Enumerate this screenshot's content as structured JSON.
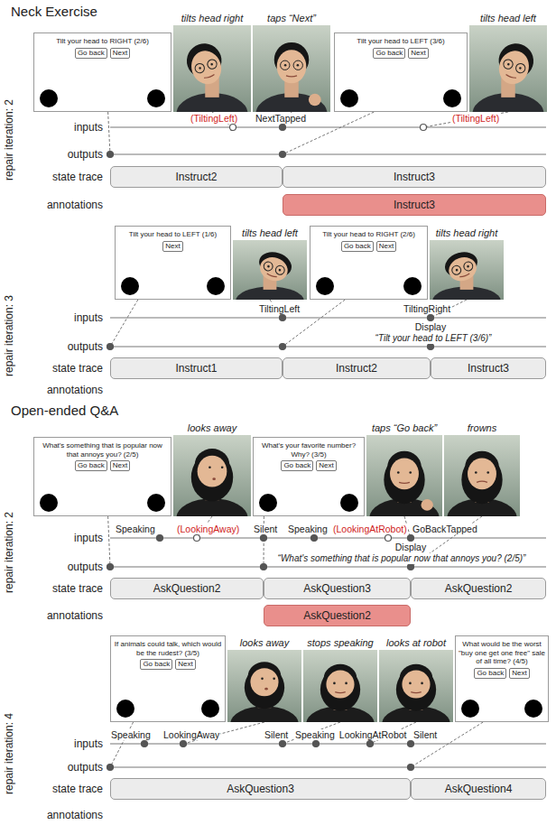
{
  "diagram": {
    "nodes": [
      {
        "text": [
          "Tilt your head to RIGHT (2/6)"
        ]
      },
      {
        "text": [
          "Go back"
        ],
        "in": 0
      },
      {
        "text": [
          "Next"
        ],
        "in": 0
      },
      {
        "text": [
          "tilts head right"
        ]
      },
      {
        "text": [
          "taps “Next”"
        ]
      },
      {
        "text": [
          "Tilt your head to LEFT (3/6)"
        ]
      },
      {
        "text": [
          "Go back"
        ],
        "in": 5
      },
      {
        "text": [
          "Next"
        ],
        "in": 5
      },
      {
        "text": [
          "tilts head left"
        ]
      },
      {
        "text": [
          "Instruct2"
        ]
      },
      {
        "text": [
          "Instruct3"
        ]
      },
      {
        "text": [
          "Instruct3"
        ]
      },
      {
        "text": [
          "Tilt your head to LEFT (1/6)"
        ]
      },
      {
        "text": [
          "Next"
        ],
        "in": 12
      },
      {
        "text": [
          "tilts head left"
        ]
      },
      {
        "text": [
          "Tilt your head to RIGHT (2/6)"
        ]
      },
      {
        "text": [
          "Go back"
        ],
        "in": 15
      },
      {
        "text": [
          "Next"
        ],
        "in": 15
      },
      {
        "text": [
          "tilts head right"
        ]
      },
      {
        "text": [
          "Instruct1"
        ]
      },
      {
        "text": [
          "Instruct2"
        ]
      },
      {
        "text": [
          "Instruct3"
        ]
      },
      {
        "text": [
          "What's something that is popular now that annoys you? (2/5)"
        ]
      },
      {
        "text": [
          "Go back"
        ],
        "in": 22
      },
      {
        "text": [
          "Next"
        ],
        "in": 22
      },
      {
        "text": [
          "looks away"
        ]
      },
      {
        "text": [
          "What's your favorite number? Why? (3/5)"
        ]
      },
      {
        "text": [
          "Go back"
        ],
        "in": 26
      },
      {
        "text": [
          "Next"
        ],
        "in": 26
      },
      {
        "text": [
          "taps “Go back”"
        ]
      },
      {
        "text": [
          "frowns"
        ]
      },
      {
        "text": [
          "AskQuestion2"
        ]
      },
      {
        "text": [
          "AskQuestion3"
        ]
      },
      {
        "text": [
          "AskQuestion2"
        ]
      },
      {
        "text": [
          "AskQuestion2"
        ]
      },
      {
        "text": [
          "If animals could talk, which would be the rudest? (3/5)"
        ]
      },
      {
        "text": [
          "Go back"
        ],
        "in": 35
      },
      {
        "text": [
          "Next"
        ],
        "in": 35
      },
      {
        "text": [
          "looks away"
        ]
      },
      {
        "text": [
          "stops speaking"
        ]
      },
      {
        "text": [
          "looks at robot"
        ]
      },
      {
        "text": [
          "What would be the worst \"buy one get one free\" sale of all time? (4/5)"
        ]
      },
      {
        "text": [
          "Go back"
        ],
        "in": 41
      },
      {
        "text": [
          "Next"
        ],
        "in": 41
      },
      {
        "text": [
          "AskQuestion3"
        ]
      },
      {
        "text": [
          "AskQuestion4"
        ]
      }
    ],
    "labels": [
      "Neck Exercise",
      "repair iteration: 2",
      "inputs",
      "outputs",
      "state trace",
      "annotations",
      "(TiltingLeft)",
      "NextTapped",
      "(TiltingLeft)",
      "repair iteration: 3",
      "inputs",
      "outputs",
      "state trace",
      "annotations",
      "TiltingLeft",
      "TiltingRight",
      "Display",
      "“Tilt your head to LEFT (3/6)”",
      "Open-ended Q&A",
      "repair iteration: 2",
      "inputs",
      "outputs",
      "state trace",
      "annotations",
      "Speaking",
      "(LookingAway)",
      "Silent",
      "Speaking",
      "(LookingAtRobot)",
      "GoBackTapped",
      "Display",
      "“What's something that is popular now that annoys you? (2/5)”",
      "repair iteration: 4",
      "inputs",
      "outputs",
      "state trace",
      "annotations",
      "Speaking",
      "LookingAway",
      "Silent",
      "Speaking",
      "LookingAtRobot",
      "Silent"
    ]
  }
}
